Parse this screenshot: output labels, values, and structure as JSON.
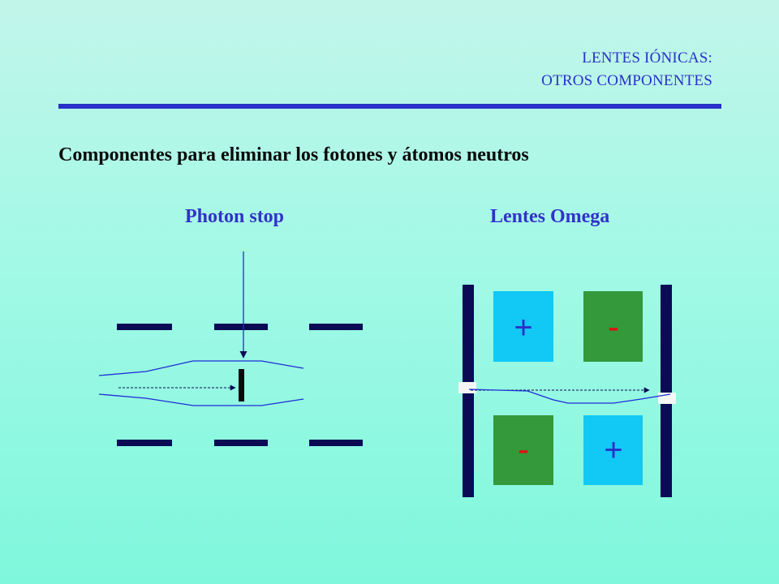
{
  "title": {
    "line1": "LENTES IÓNICAS:",
    "line2": "OTROS COMPONENTES"
  },
  "heading": "Componentes para eliminar los fotones y átomos neutros",
  "photon_stop": {
    "label": "Photon stop"
  },
  "omega": {
    "label": "Lentes Omega",
    "signs": {
      "top_left": "+",
      "top_right": "-",
      "bottom_left": "-",
      "bottom_right": "+"
    }
  },
  "colors": {
    "title": "#2a31c8",
    "electrode": "#0a0a55",
    "beam": "#1e2cd6",
    "positive_box": "#12c8f5",
    "negative_box": "#33993a",
    "sign_plus": "#2a31c8",
    "sign_minus": "#e01010"
  }
}
